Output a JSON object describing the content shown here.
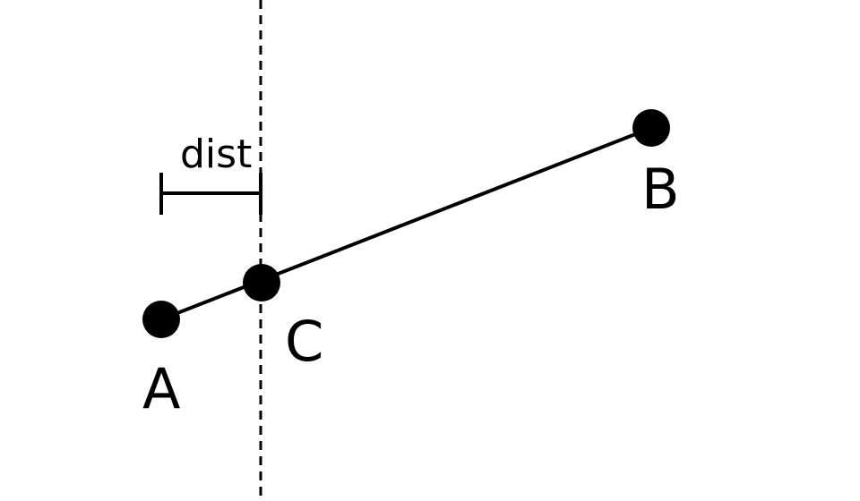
{
  "labels": {
    "a": "A",
    "b": "B",
    "c": "C",
    "dist": "dist"
  },
  "colors": {
    "ink": "#000000",
    "background": "#ffffff"
  }
}
